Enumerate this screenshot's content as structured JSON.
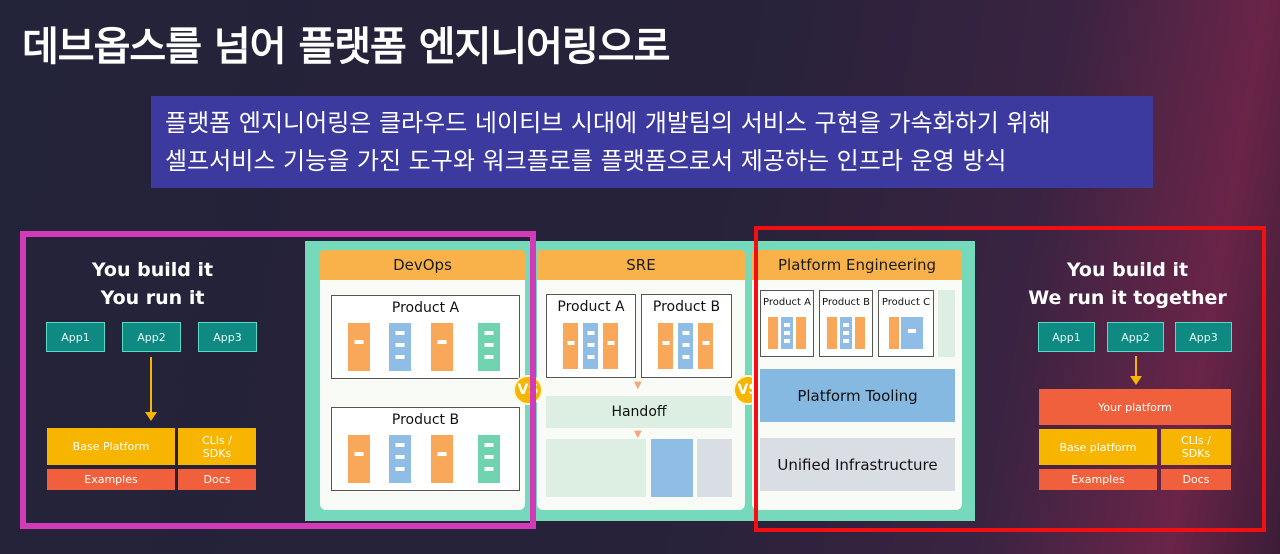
{
  "title": "데브옵스를 넘어 플랫폼 엔지니어링으로",
  "subtitle_lines": [
    "플랫폼 엔지니어링은 클라우드 네이티브 시대에 개발팀의 서비스 구현을 가속화하기 위해",
    "셀프서비스 기능을 가진 도구와 워크플로를 플랫폼으로서 제공하는 인프라 운영 방식"
  ],
  "left": {
    "heading_line1": "You build it",
    "heading_line2": "You run it",
    "apps": [
      "App1",
      "App2",
      "App3"
    ],
    "base_platform": "Base Platform",
    "clis": "CLIs / SDKs",
    "examples": "Examples",
    "docs": "Docs"
  },
  "devops": {
    "header": "DevOps",
    "product_a": "Product A",
    "product_b": "Product B"
  },
  "vs_label": "VS",
  "sre": {
    "header": "SRE",
    "product_a": "Product A",
    "product_b": "Product B",
    "handoff": "Handoff"
  },
  "platform": {
    "header": "Platform Engineering",
    "product_a": "Product A",
    "product_b": "Product B",
    "product_c": "Product C",
    "tooling": "Platform Tooling",
    "infra": "Unified Infrastructure"
  },
  "right": {
    "heading_line1": "You build it",
    "heading_line2": "We run it together",
    "apps": [
      "App1",
      "App2",
      "App3"
    ],
    "your_platform": "Your platform",
    "base_platform": "Base platform",
    "clis": "CLIs / SDKs",
    "examples": "Examples",
    "docs": "Docs"
  },
  "colors": {
    "magenta_frame": "#d23bb7",
    "red_frame": "#f20f12",
    "subtitle_bg": "#3c3a9e",
    "teal": "#0f8a82",
    "yellow": "#f7b500",
    "orange": "#f0603c"
  }
}
